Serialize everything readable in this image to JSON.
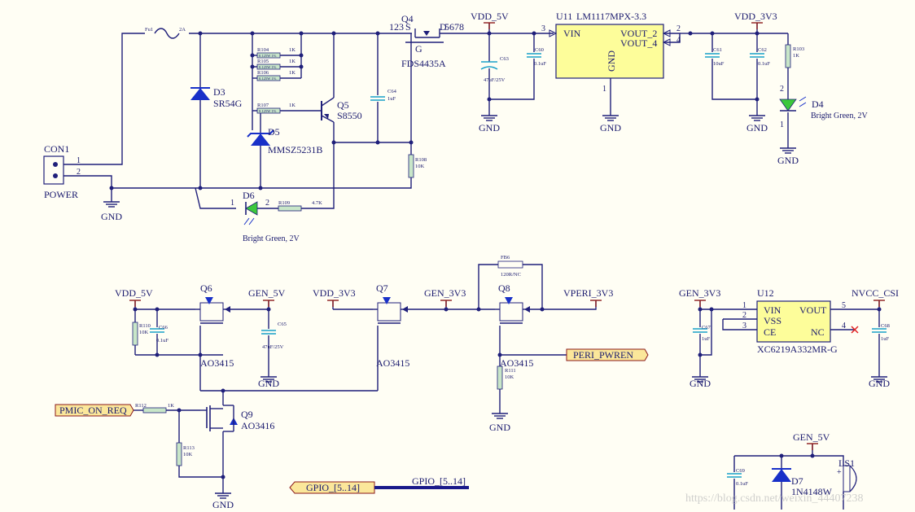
{
  "title": "",
  "colors": {
    "background": "#fffef4",
    "wire": "#1f1f7a",
    "power_wire": "#8b1a1a",
    "diode": "#1830c8",
    "led": "#3cc83c",
    "ic_fill": "#fdfd9a",
    "resistor_fill": "#c8e6c8",
    "label_fill": "#fbe79a",
    "bus": "#1a1a8a"
  },
  "net_labels": {
    "vdd_5v": "VDD_5V",
    "vdd_3v3_top": "VDD_3V3",
    "vdd_5v_b": "VDD_5V",
    "gen_5v_b": "GEN_5V",
    "vdd_3v3_b": "VDD_3V3",
    "gen_3v3_b": "GEN_3V3",
    "vperi_3v3": "VPERI_3V3",
    "gen_3v3_r": "GEN_3V3",
    "nvcc_csi": "NVCC_CSI",
    "gen_5v_c": "GEN_5V",
    "gnd": "GND"
  },
  "connector": {
    "ref": "CON1",
    "name": "POWER",
    "pin1": "1",
    "pin2": "2"
  },
  "fuse": {
    "ref": "Fu1",
    "value": "2A"
  },
  "diodes": {
    "d3_ref": "D3",
    "d3_part": "SR54G",
    "d5_ref": "D5",
    "d5_part": "MMSZ5231B",
    "d6_ref": "D6",
    "d6_part": "Bright Green, 2V",
    "d6_pin1": "1",
    "d6_pin2": "2",
    "d4_ref": "D4",
    "d4_part": "Bright Green, 2V",
    "d4_pin1": "1",
    "d4_pin2": "2",
    "d7_ref": "D7",
    "d7_part": "1N4148W"
  },
  "transistors": {
    "q4_ref": "Q4",
    "q4_part": "FDS4435A",
    "q4_pins_s": "123",
    "q4_pins_d": "5678",
    "q4_s": "S",
    "q4_d": "D",
    "q4_g": "G",
    "q5_ref": "Q5",
    "q5_part": "S8550",
    "q6_ref": "Q6",
    "q6_part": "AO3415",
    "q7_ref": "Q7",
    "q7_part": "AO3415",
    "q8_ref": "Q8",
    "q8_part": "AO3415",
    "q9_ref": "Q9",
    "q9_part": "AO3416"
  },
  "resistors": {
    "r104": "R104",
    "r105": "R105",
    "r106": "R106",
    "r107": "R107",
    "r108": "R108",
    "r109": "R109",
    "r103": "R103",
    "r110": "R110",
    "r111": "R111",
    "r112": "R112",
    "r113": "R113",
    "v1k": "1K",
    "v10k": "10K",
    "v47k": "4.7K",
    "body_text": "0.125W 1%"
  },
  "capacitors": {
    "c63": "C63",
    "c63_v": "47uF/25V",
    "c60": "C60",
    "c60_v": "0.1uF",
    "c64": "C64",
    "c64_v": "1uF",
    "c61": "C61",
    "c61_v": "10uF",
    "c62": "C62",
    "c62_v": "0.1uF",
    "c66": "C66",
    "c66_v": "0.1uF",
    "c65": "C65",
    "c65_v": "47uF/25V",
    "c67": "C67",
    "c67_v": "1uF",
    "c68": "C68",
    "c68_v": "1uF",
    "c69": "C69",
    "c69_v": "0.1uF"
  },
  "ferrite": {
    "ref": "FB6",
    "value": "120R/NC"
  },
  "u11": {
    "ref": "U11",
    "part": "LM1117MPX-3.3",
    "vin": "VIN",
    "vout2": "VOUT_2",
    "vout4": "VOUT_4",
    "gnd": "GND",
    "p1": "1",
    "p2": "2",
    "p3": "3",
    "p4": "4"
  },
  "u12": {
    "ref": "U12",
    "part": "XC6219A332MR-G",
    "vin": "VIN",
    "vss": "VSS",
    "ce": "CE",
    "vout": "VOUT",
    "nc": "NC",
    "p1": "1",
    "p2": "2",
    "p3": "3",
    "p4": "4",
    "p5": "5"
  },
  "buzzer": {
    "ref": "LS1",
    "plus": "+"
  },
  "ports": {
    "peri_pwren": "PERI_PWREN",
    "pmic_on_req": "PMIC_ON_REQ",
    "gpio": "GPIO_[5..14]"
  },
  "bus_label": "GPIO_[5..14]",
  "watermark": "https://blog.csdn.net/weixin_44407238"
}
